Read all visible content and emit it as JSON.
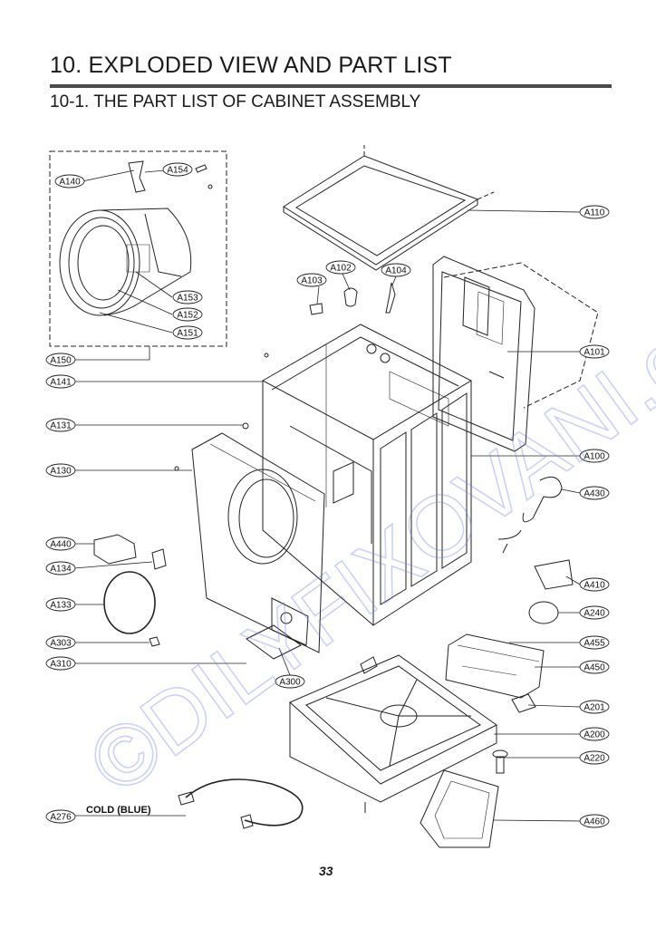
{
  "page": {
    "title": "10. EXPLODED VIEW AND PART LIST",
    "subtitle": "10-1. THE PART LIST OF CABINET ASSEMBLY",
    "page_number": "33",
    "watermark": "©DILYFIXOVANI.cz",
    "note_cold": "COLD (BLUE)"
  },
  "labels": {
    "A140": "A140",
    "A154": "A154",
    "A153": "A153",
    "A152": "A152",
    "A151": "A151",
    "A150": "A150",
    "A141": "A141",
    "A131": "A131",
    "A130": "A130",
    "A440": "A440",
    "A134": "A134",
    "A133": "A133",
    "A303": "A303",
    "A310": "A310",
    "A300": "A300",
    "A276": "A276",
    "A110": "A110",
    "A102": "A102",
    "A104": "A104",
    "A103": "A103",
    "A101": "A101",
    "A100": "A100",
    "A430": "A430",
    "A410": "A410",
    "A240": "A240",
    "A455": "A455",
    "A450": "A450",
    "A201": "A201",
    "A200": "A200",
    "A220": "A220",
    "A460": "A460"
  }
}
